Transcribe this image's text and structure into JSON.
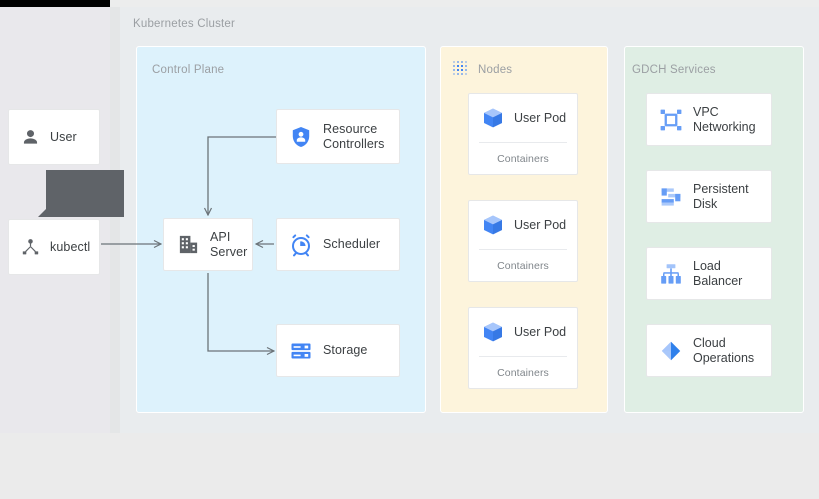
{
  "diagram": {
    "title": "Kubernetes Cluster",
    "background_color": "#eceded",
    "canvas_color": "#e9ecee"
  },
  "actors": [
    {
      "label": "User",
      "icon": "user-icon",
      "icon_color": "#5f6368"
    },
    {
      "label": "kubectl",
      "icon": "kubectl-icon",
      "icon_color": "#5f6368"
    }
  ],
  "tooltip": {
    "color": "#5f6368",
    "text": ""
  },
  "panels": {
    "control_plane": {
      "label": "Control Plane",
      "color": "#ddf2fc",
      "items": [
        {
          "label": "Resource Controllers",
          "icon": "shield-person-icon",
          "icon_color": "#4285f4"
        },
        {
          "label": "API Server",
          "icon": "api-server-icon",
          "icon_color": "#5f6368"
        },
        {
          "label": "Scheduler",
          "icon": "alarm-clock-icon",
          "icon_color": "#4285f4"
        },
        {
          "label": "Storage",
          "icon": "storage-icon",
          "icon_color": "#4285f4"
        }
      ]
    },
    "nodes": {
      "label": "Nodes",
      "color": "#fdf4dc",
      "icon": "dot-grid-icon",
      "icon_color": "#4285f4",
      "pods": [
        {
          "label": "User Pod",
          "sublabel": "Containers",
          "icon": "cube-icon"
        },
        {
          "label": "User Pod",
          "sublabel": "Containers",
          "icon": "cube-icon"
        },
        {
          "label": "User Pod",
          "sublabel": "Containers",
          "icon": "cube-icon"
        }
      ]
    },
    "gdch_services": {
      "label": "GDCH Services",
      "color": "#dfeee4",
      "items": [
        {
          "label": "VPC Networking",
          "icon": "vpc-networking-icon",
          "icon_color": "#669df6"
        },
        {
          "label": "Persistent Disk",
          "icon": "persistent-disk-icon",
          "icon_color": "#669df6"
        },
        {
          "label": "Load Balancer",
          "icon": "load-balancer-icon",
          "icon_color": "#669df6"
        },
        {
          "label": "Cloud Operations",
          "icon": "cloud-operations-icon",
          "icon_color": "#669df6"
        }
      ]
    }
  },
  "connectors": [
    {
      "from": "kubectl",
      "to": "API Server",
      "direction": "right"
    },
    {
      "from": "Resource Controllers",
      "to": "API Server",
      "direction": "down"
    },
    {
      "from": "Scheduler",
      "to": "API Server",
      "direction": "left"
    },
    {
      "from": "API Server",
      "to": "Storage",
      "direction": "right"
    }
  ]
}
